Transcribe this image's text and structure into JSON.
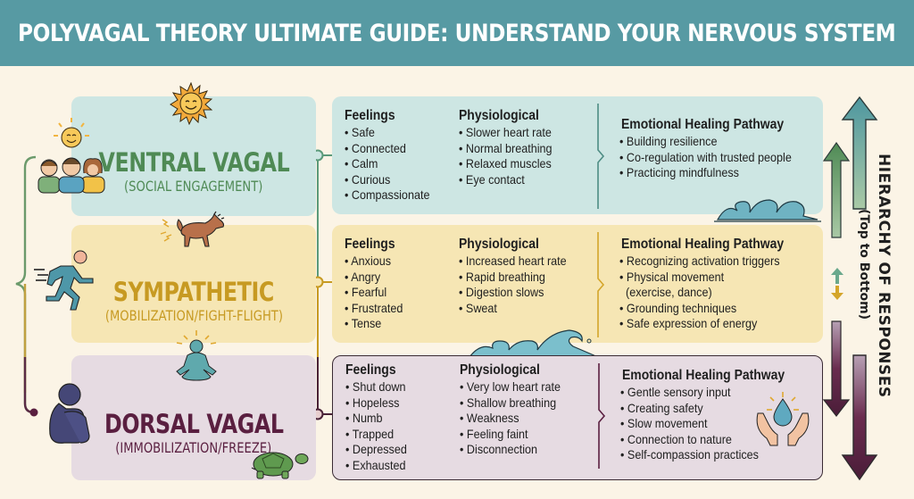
{
  "header": {
    "title": "Polyvagal Theory Ultimate Guide: Understand Your Nervous System",
    "background": "#579aa3"
  },
  "states": [
    {
      "id": "ventral",
      "title": "VENTRAL VAGAL",
      "subtitle": "(SOCIAL ENGAGEMENT)",
      "color": "#4f8a55",
      "panel_color": "#cde6e3",
      "icons": [
        "sun-face-icon",
        "happy-people-icon",
        "waves-icon"
      ],
      "feelings_heading": "Feelings",
      "feelings": [
        "Safe",
        "Connected",
        "Calm",
        "Curious",
        "Compassionate"
      ],
      "physiological_heading": "Physiological",
      "physiological": [
        "Slower heart rate",
        "Normal breathing",
        "Relaxed muscles",
        "Eye contact"
      ],
      "healing_heading": "Emotional Healing Pathway",
      "healing": [
        "Building resilience",
        "Co-regulation with trusted people",
        "Practicing mindfulness"
      ]
    },
    {
      "id": "sympathetic",
      "title": "SYMPATHETIC",
      "subtitle": "(MOBILIZATION/FIGHT-FLIGHT)",
      "color": "#c79a22",
      "panel_color": "#f6e6b4",
      "icons": [
        "barking-dog-icon",
        "running-person-icon",
        "big-wave-icon"
      ],
      "feelings_heading": "Feelings",
      "feelings": [
        "Anxious",
        "Angry",
        "Fearful",
        "Frustrated",
        "Tense"
      ],
      "physiological_heading": "Physiological",
      "physiological": [
        "Increased heart rate",
        "Rapid breathing",
        "Digestion slows",
        "Sweat"
      ],
      "healing_heading": "Emotional Healing Pathway",
      "healing": [
        "Recognizing activation triggers",
        "Physical movement",
        "(exercise, dance)",
        "Grounding techniques",
        "Safe expression of energy"
      ]
    },
    {
      "id": "dorsal",
      "title": "DORSAL VAGAL",
      "subtitle": "(IMMOBILIZATION/FREEZE)",
      "color": "#5a1f40",
      "panel_color": "#e6dbe2",
      "icons": [
        "meditating-person-icon",
        "curled-person-icon",
        "turtle-icon",
        "hands-water-drop-icon"
      ],
      "feelings_heading": "Feelings",
      "feelings": [
        "Shut down",
        "Hopeless",
        "Numb",
        "Trapped",
        "Depressed",
        "Exhausted"
      ],
      "physiological_heading": "Physiological",
      "physiological": [
        "Very low heart rate",
        "Shallow breathing",
        "Weakness",
        "Feeling faint",
        "Disconnection"
      ],
      "healing_heading": "Emotional Healing Pathway",
      "healing": [
        "Gentle sensory input",
        "Creating safety",
        "Slow movement",
        "Connection to nature",
        "Self-compassion practices"
      ]
    }
  ],
  "hierarchy": {
    "title": "HIERARCHY OF RESPONSES",
    "subtitle": "(Top to Bottom)",
    "arrow_colors": {
      "up": "#4e97a0",
      "up_small": "#4f8a55",
      "down": "#5a1f40",
      "mini_up": "#6aa88c",
      "mini_down": "#d4a52a"
    }
  }
}
